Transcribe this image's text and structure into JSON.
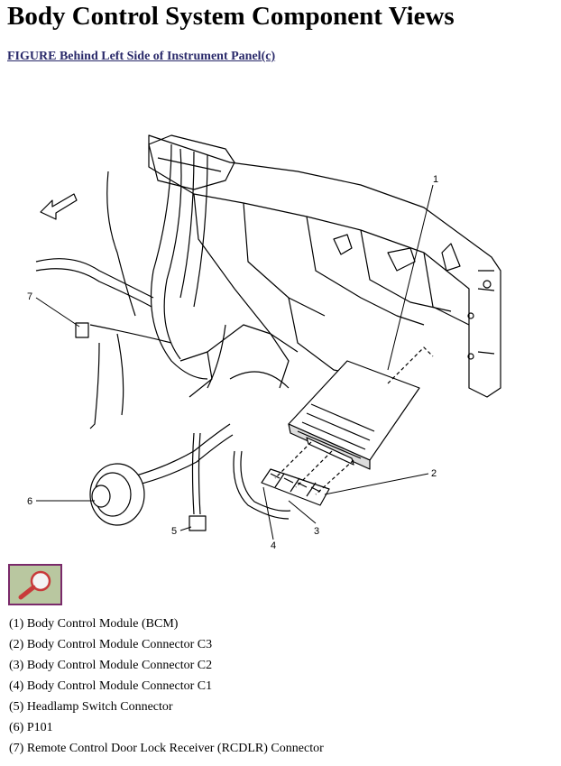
{
  "page": {
    "title": "Body Control System Component Views",
    "figure_link": "FIGURE Behind Left Side of Instrument Panel(c)"
  },
  "diagram": {
    "callouts": [
      "1",
      "2",
      "3",
      "4",
      "5",
      "6",
      "7"
    ]
  },
  "legend": {
    "items": [
      "(1) Body Control Module (BCM)",
      "(2) Body Control Module Connector C3",
      "(3) Body Control Module Connector C2",
      "(4) Body Control Module Connector C1",
      "(5) Headlamp Switch Connector",
      "(6) P101",
      "(7) Remote Control Door Lock Receiver (RCDLR) Connector"
    ]
  },
  "icons": {
    "zoom": "magnifier-icon",
    "direction": "forward-arrow-icon"
  },
  "colors": {
    "link": "#2a2a6a",
    "zoom_bg": "#b9c7a0",
    "zoom_border": "#7a2a6a",
    "magnifier_handle": "#c83a3a"
  }
}
